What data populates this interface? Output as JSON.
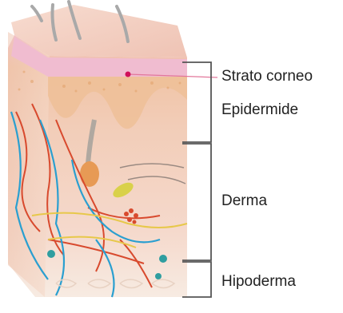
{
  "labels": {
    "strato_corneo": "Strato corneo",
    "epidermide": "Epidermide",
    "derma": "Derma",
    "hipoderma": "Hipoderma"
  },
  "colors": {
    "stratum_corneum": "#f1bfd3",
    "epidermis": "#f2c7a6",
    "dermis": "#f4d6c8",
    "hypodermis": "#f7ebe2",
    "side_face": "#eec7b2",
    "blood_vessel_red": "#d84a2e",
    "lymph_blue": "#2a9fd0",
    "nerve_yellow": "#e7c84a",
    "bracket": "#555555",
    "pointer": "#e2779b",
    "pointer_dot": "#d0105a"
  }
}
